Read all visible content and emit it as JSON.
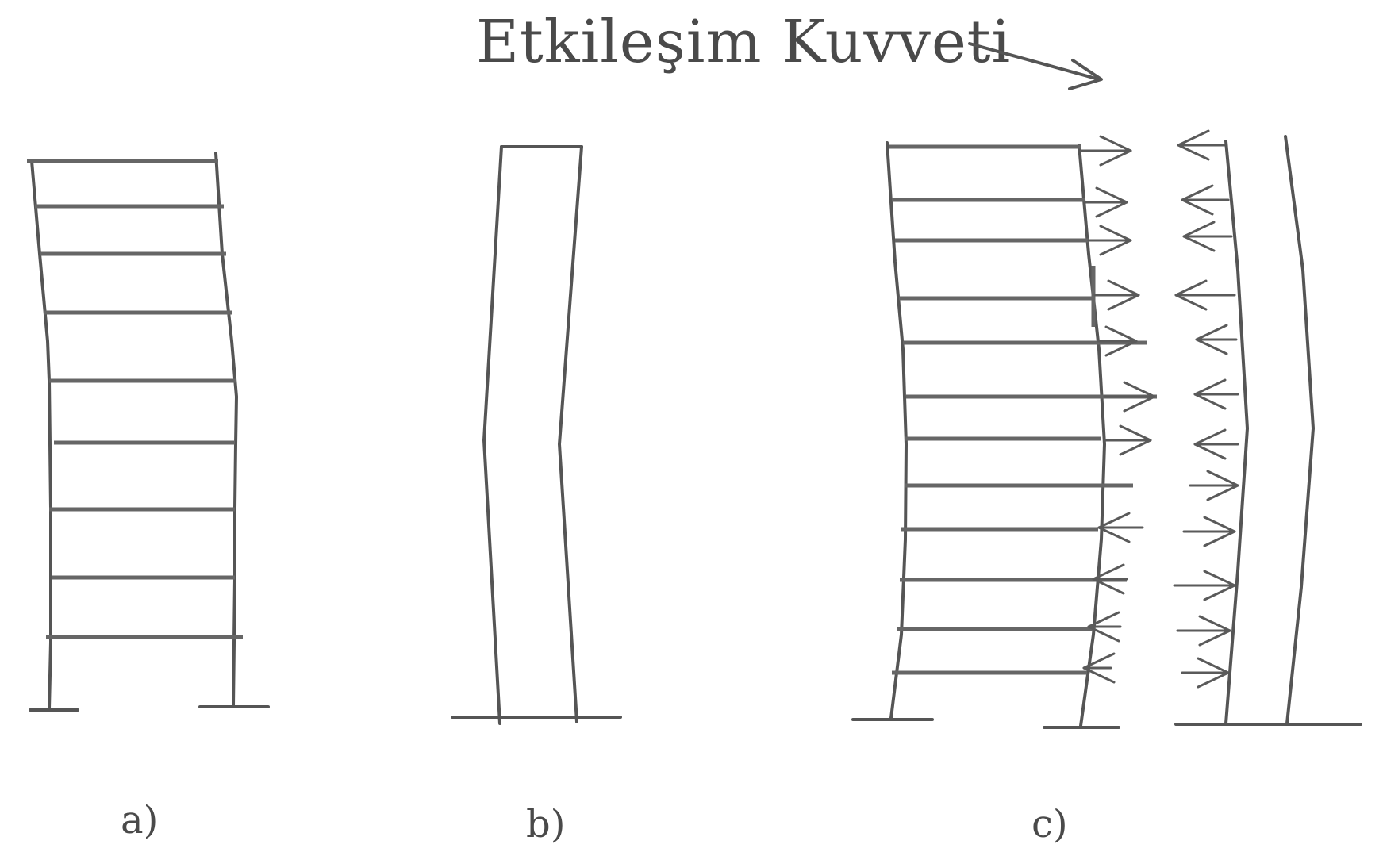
{
  "annotation": {
    "label": "Etkileşim Kuvveti",
    "arrow_icon": "pointer-arrow-icon"
  },
  "panels": {
    "a": {
      "label": "a)"
    },
    "b": {
      "label": "b)"
    },
    "c": {
      "label": "c)"
    }
  },
  "colors": {
    "line": "#555555",
    "beam": "#666666",
    "text": "#4a4a4a"
  }
}
